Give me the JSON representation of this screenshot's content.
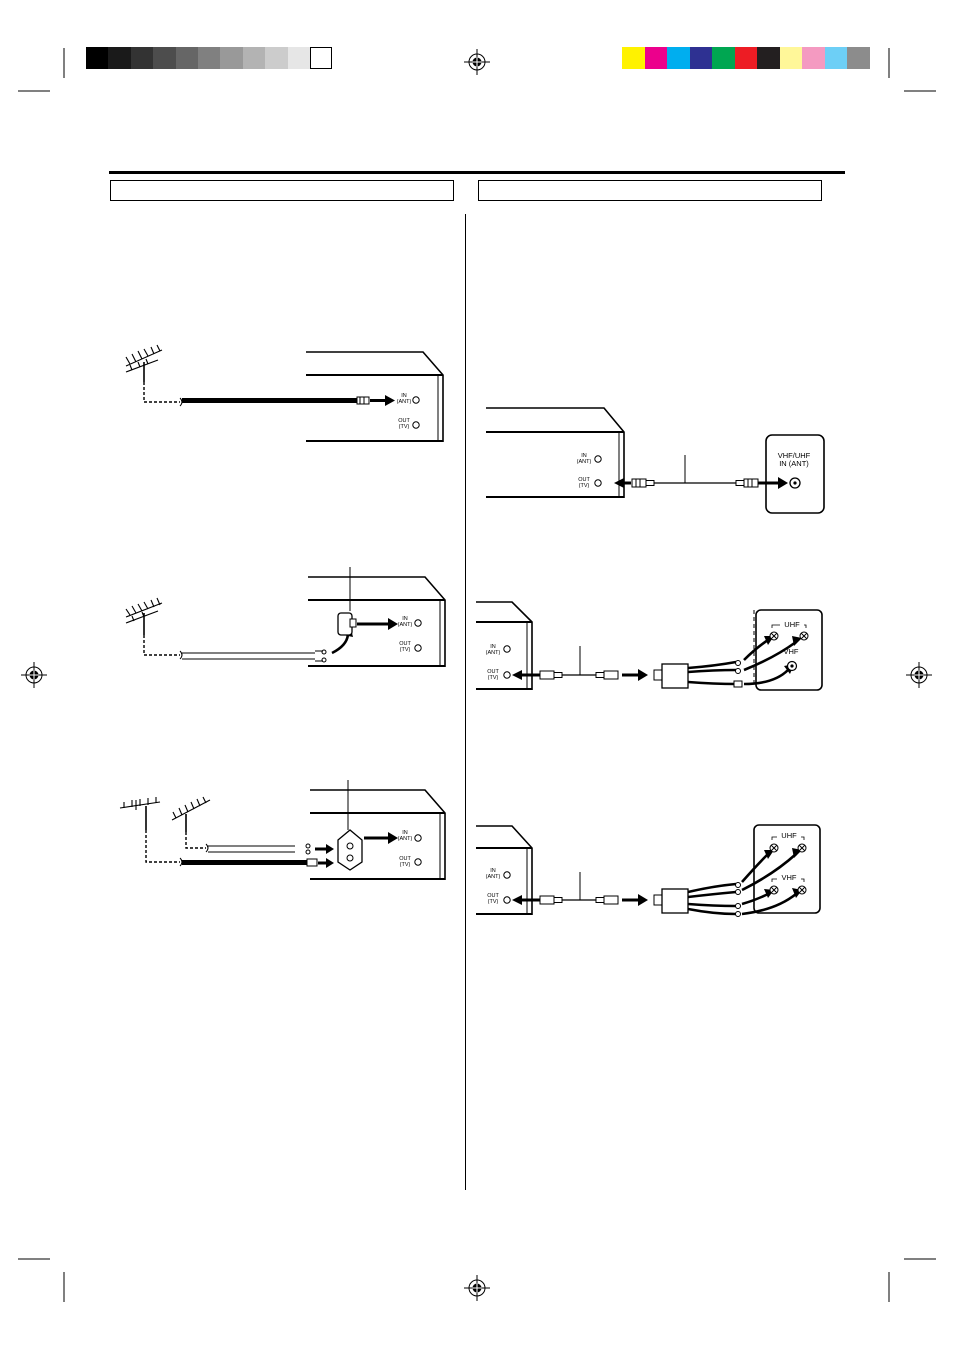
{
  "print_marks": {
    "gray_swatches": [
      "#000000",
      "#1a1a1a",
      "#333333",
      "#4d4d4d",
      "#666666",
      "#808080",
      "#999999",
      "#b3b3b3",
      "#cccccc",
      "#e6e6e6",
      "#ffffff"
    ],
    "color_swatches": [
      "#fff200",
      "#ec008c",
      "#00aeef",
      "#2e3192",
      "#00a651",
      "#ed1c24",
      "#231f20",
      "#fff799",
      "#f49ac1",
      "#6dcff6",
      "#8c8c8c"
    ]
  },
  "jacks": {
    "in_ant": "IN\n(ANT)",
    "out_tv": "OUT\n(TV)"
  },
  "tv_terminals": {
    "vhf_uhf_in": "VHF/UHF\nIN (ANT)",
    "uhf": "UHF",
    "vhf": "VHF"
  },
  "icons": {
    "registration": "crosshair-target-icon",
    "antenna": "yagi-antenna-icon",
    "matching_transformer": "matching-transformer-icon",
    "splitter": "band-splitter-icon"
  }
}
